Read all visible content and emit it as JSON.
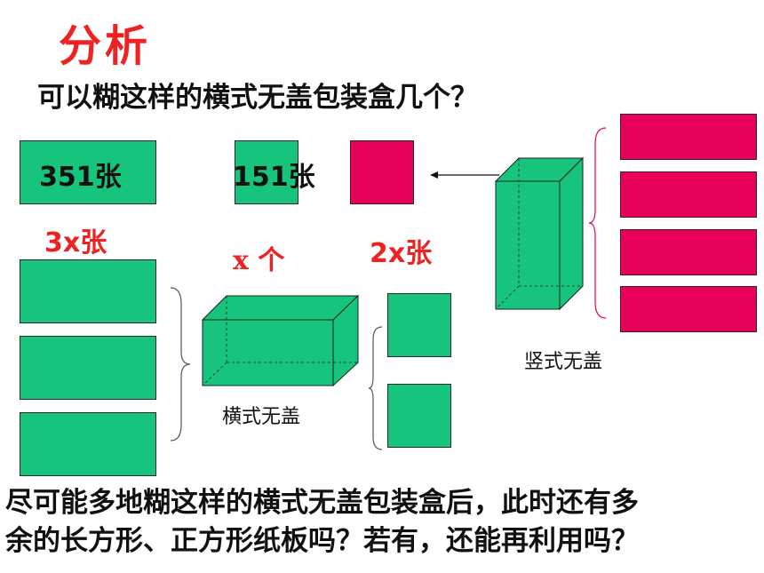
{
  "title": "分析",
  "question": "可以糊这样的横式无盖包装盒几个？",
  "labels": {
    "rect_count": "351张",
    "square_count": "151张",
    "rect_expr": "3x张",
    "box_expr": "x 个",
    "square_expr": "2x张",
    "horizontal_box": "横式无盖",
    "vertical_box": "竖式无盖"
  },
  "bottom_text": {
    "line1": "尽可能多地糊这样的横式无盖包装盒后，此时还有多",
    "line2": "余的长方形、正方形纸板吗？若有，还能再利用吗？"
  },
  "colors": {
    "green": "#16c47c",
    "pink": "#e8005a",
    "red_text": "#ee2222",
    "outline": "#2a2a2a"
  }
}
